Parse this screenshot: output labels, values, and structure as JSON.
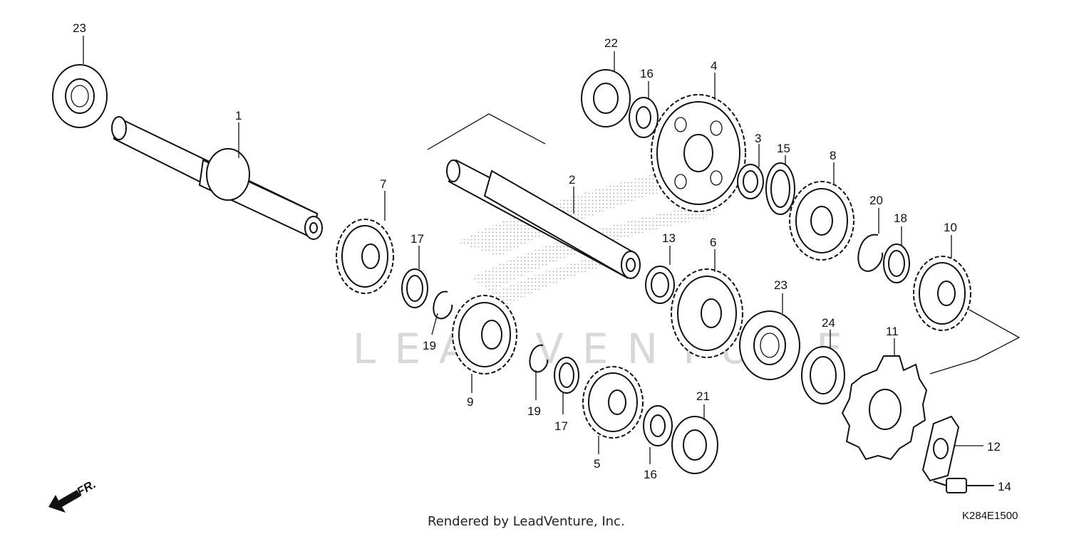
{
  "diagram": {
    "watermark_text": "LEADVENTURE",
    "footer_credit": "Rendered by LeadVenture, Inc.",
    "diagram_code": "K284E1500",
    "direction_indicator": {
      "label": "FR."
    },
    "part_labels": {
      "p1": "1",
      "p2": "2",
      "p3": "3",
      "p4": "4",
      "p5": "5",
      "p6": "6",
      "p7": "7",
      "p8": "8",
      "p9": "9",
      "p10": "10",
      "p11": "11",
      "p12": "12",
      "p13": "13",
      "p14": "14",
      "p15": "15",
      "p16a": "16",
      "p16b": "16",
      "p17a": "17",
      "p17b": "17",
      "p18": "18",
      "p19a": "19",
      "p19b": "19",
      "p20": "20",
      "p21": "21",
      "p22": "22",
      "p23a": "23",
      "p23b": "23",
      "p24": "24"
    }
  }
}
